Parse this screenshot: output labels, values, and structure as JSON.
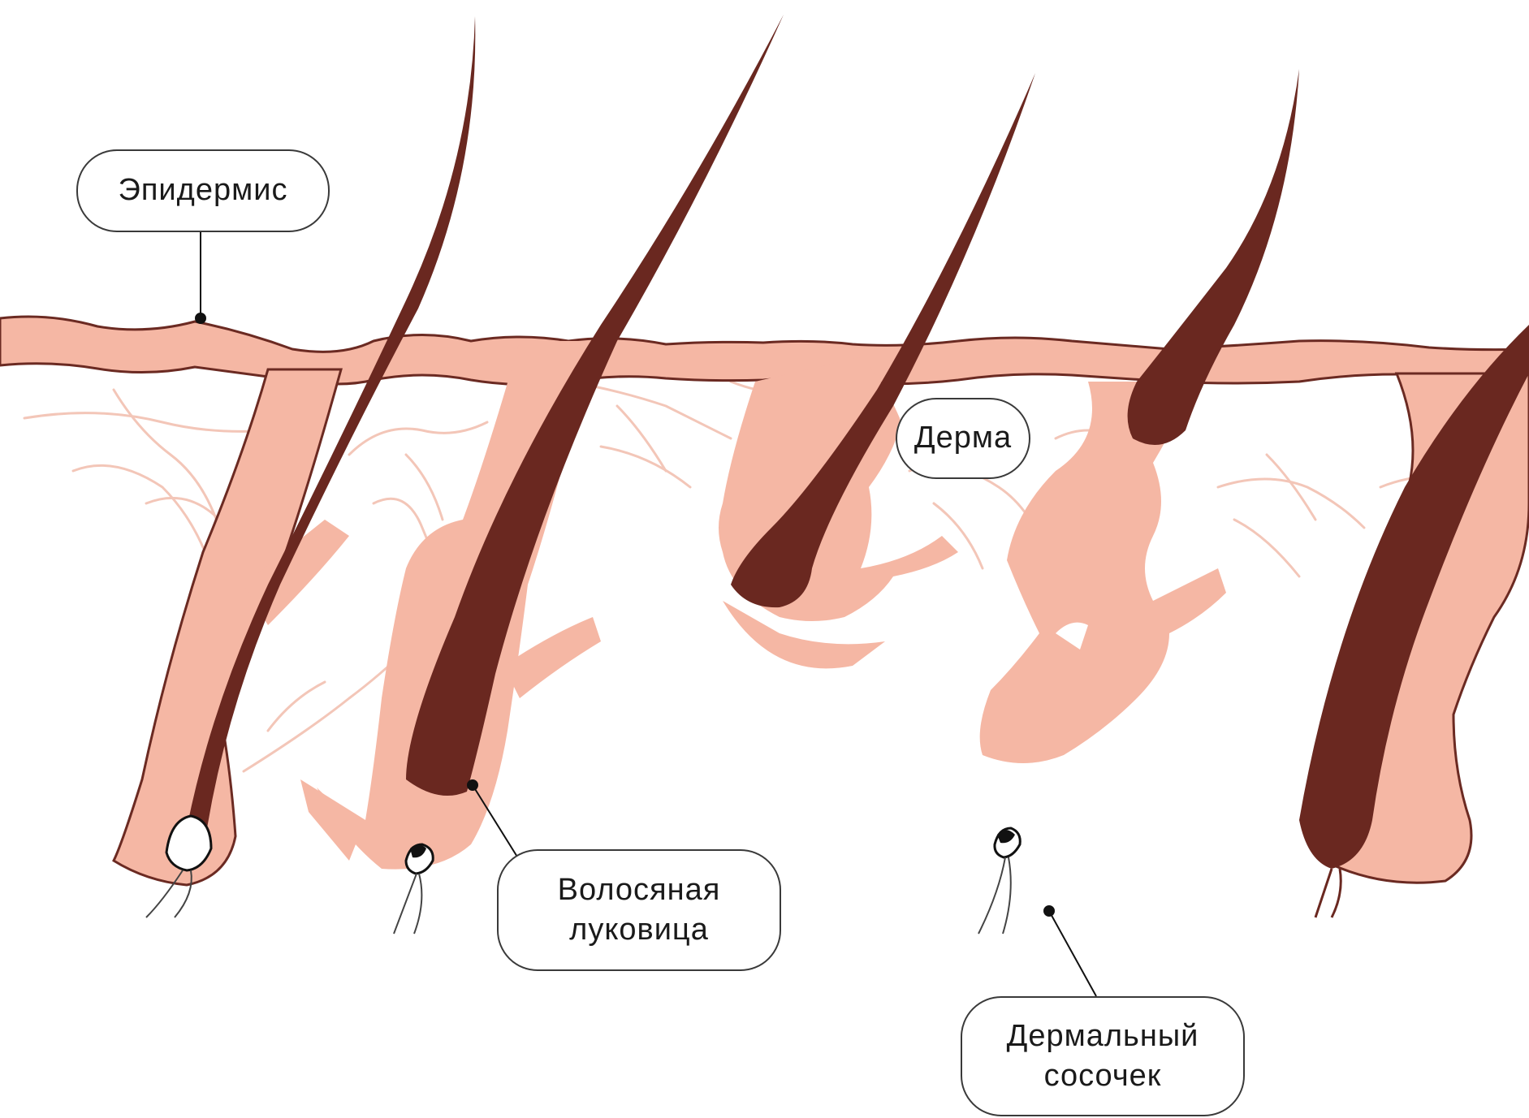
{
  "diagram": {
    "labels": {
      "epidermis": "Эпидермис",
      "dermis": "Дерма",
      "hair_bulb": [
        "Волосяная",
        "луковица"
      ],
      "dermal_papilla": [
        "Дермальный",
        "сосочек"
      ]
    },
    "colors": {
      "skin": "#f5b7a4",
      "skin_outline": "#6b2a22",
      "hair": "#6a2820",
      "vessel": "#f0c0b0",
      "leader_line": "#111111"
    }
  }
}
